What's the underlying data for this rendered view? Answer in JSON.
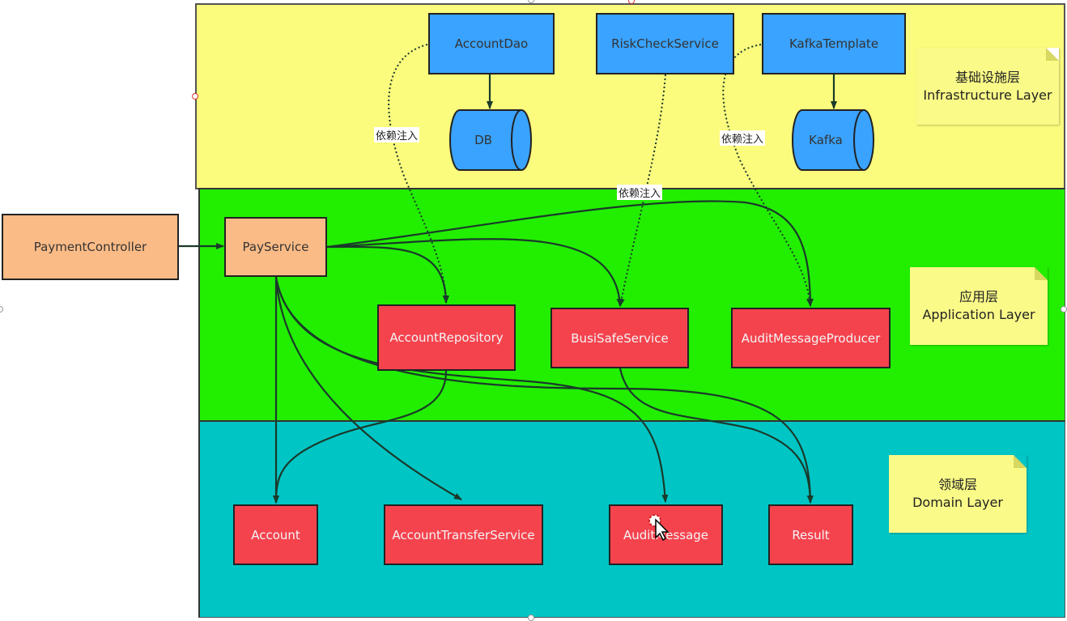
{
  "layers": {
    "infrastructure": {
      "label_cn": "基础设施层",
      "label_en": "Infrastructure Layer"
    },
    "application": {
      "label_cn": "应用层",
      "label_en": "Application Layer"
    },
    "domain": {
      "label_cn": "领域层",
      "label_en": "Domain Layer"
    }
  },
  "nodes": {
    "account_dao": "AccountDao",
    "risk_check_service": "RiskCheckService",
    "kafka_template": "KafkaTemplate",
    "db": "DB",
    "kafka": "Kafka",
    "payment_controller": "PaymentController",
    "pay_service": "PayService",
    "account_repository": "AccountRepository",
    "busi_safe_service": "BusiSafeService",
    "audit_message_producer": "AuditMessageProducer",
    "account": "Account",
    "account_transfer_service": "AccountTransferService",
    "audit_message": "AuditMessage",
    "result": "Result"
  },
  "edge_labels": {
    "di_left": "依赖注入",
    "di_middle": "依赖注入",
    "di_right": "依赖注入"
  },
  "colors": {
    "infrastructure_bg": "#fbfb7d",
    "application_bg": "#22ee00",
    "domain_bg": "#00c5c5",
    "infra_node": "#3aa3ff",
    "domain_node": "#f5434e",
    "entry_node": "#fbbb86",
    "note": "#fafa88"
  }
}
